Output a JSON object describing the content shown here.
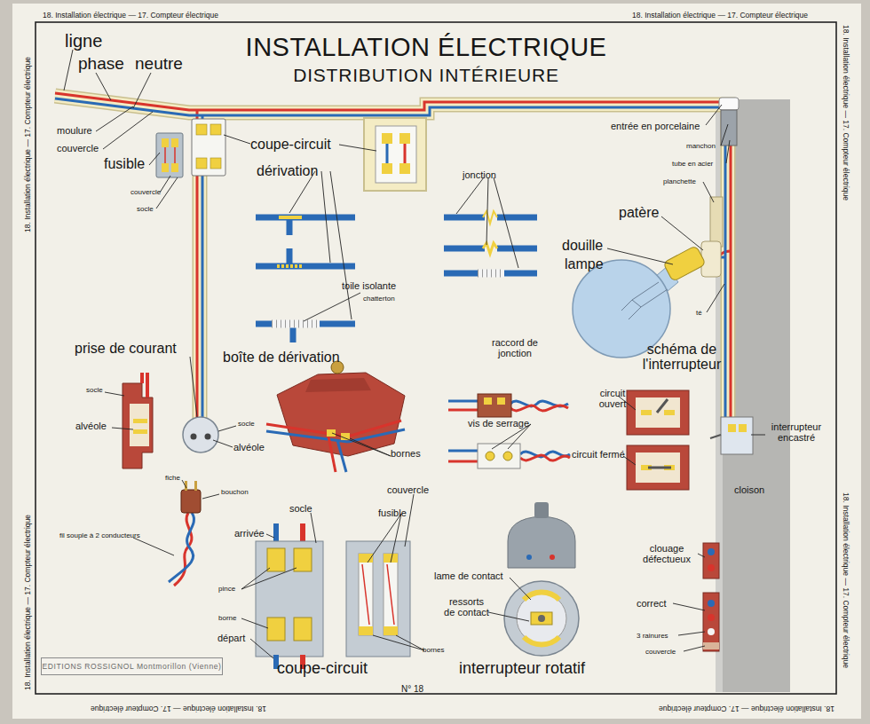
{
  "diagram": {
    "title": "INSTALLATION ÉLECTRIQUE",
    "nodes": [
      {
        "text": [
          "EDITIONS ROSSIGNOL Montmorillon (Vienne)"
        ]
      }
    ],
    "labels": [
      "18. Installation électrique — 17. Compteur électrique",
      "18. Installation électrique — 17. Compteur électrique",
      "18. Installation électrique — 17. Compteur électrique",
      "18. Installation électrique — 17. Compteur électrique",
      "18. Installation électrique — 17. Compteur électrique",
      "18. Installation électrique — 17. Compteur électrique",
      "18. Installation électrique — 17. Compteur électrique",
      "18. Installation électrique — 17. Compteur électrique",
      "DISTRIBUTION INTÉRIEURE",
      "ligne",
      "phase",
      "neutre",
      "moulure",
      "couvercle",
      "fusible",
      "couvercle",
      "socle",
      "coupe-circuit",
      "dérivation",
      "jonction",
      "entrée en porcelaine",
      "manchon",
      "tube en acier",
      "planchette",
      "patère",
      "douille",
      "lampe",
      "té",
      "toile isolante",
      "chatterton",
      "prise de courant",
      "boîte de dérivation",
      "raccord de jonction",
      "schéma de l'interrupteur",
      "circuit ouvert",
      "vis de serrage",
      "circuit fermé",
      "interrupteur encastré",
      "socle",
      "alvéole",
      "socle",
      "alvéole",
      "bornes",
      "fiche",
      "bouchon",
      "fil souple à 2 conducteurs",
      "socle",
      "arrivée",
      "couvercle",
      "fusible",
      "pince",
      "borne",
      "départ",
      "bornes",
      "lame de contact",
      "ressorts de contact",
      "coupe-circuit",
      "interrupteur rotatif",
      "cloison",
      "clouage défectueux",
      "correct",
      "3 rainures",
      "couvercle",
      "N° 18"
    ]
  }
}
